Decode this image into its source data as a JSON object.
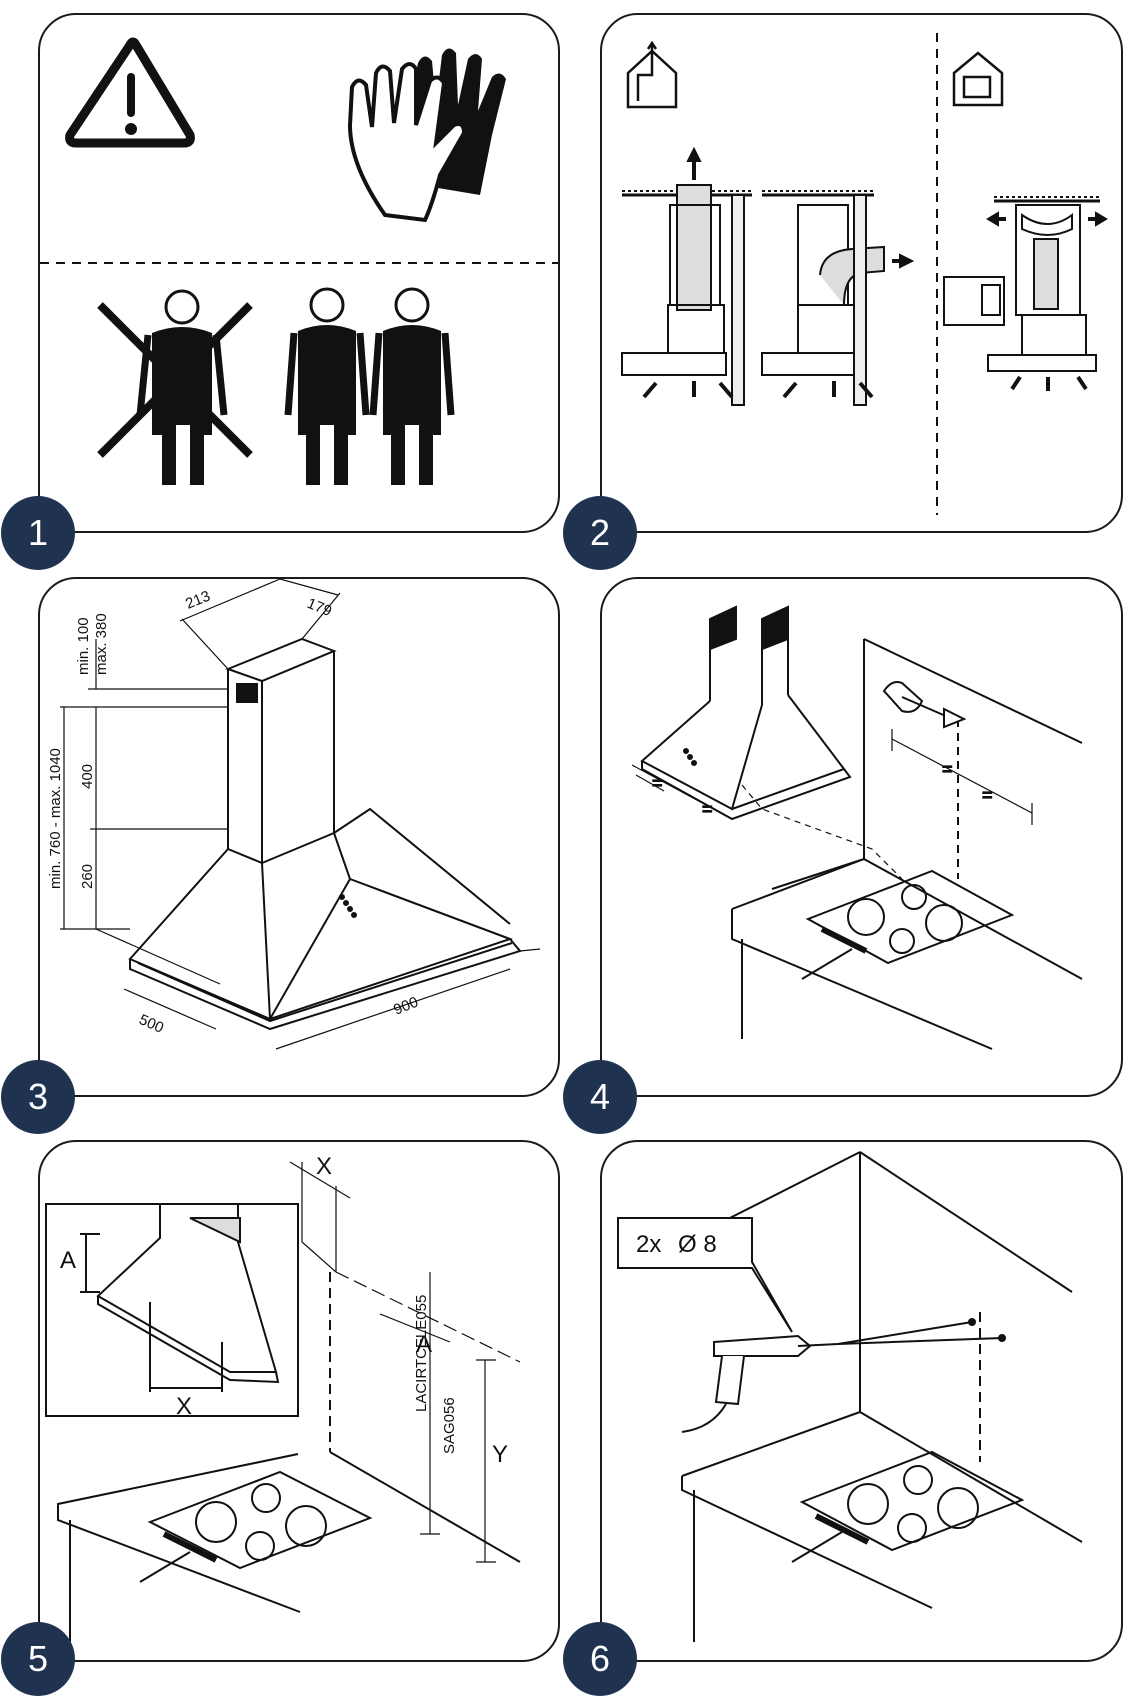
{
  "steps": [
    {
      "number": "1"
    },
    {
      "number": "2"
    },
    {
      "number": "3"
    },
    {
      "number": "4"
    },
    {
      "number": "5"
    },
    {
      "number": "6"
    }
  ],
  "step3": {
    "dim_213": "213",
    "dim_179": "179",
    "dim_min100": "min. 100",
    "dim_max380": "max. 380",
    "dim_range": "min. 760 - max. 1040",
    "dim_400": "400",
    "dim_260": "260",
    "dim_500": "500",
    "dim_900": "900"
  },
  "step5": {
    "label_x_top": "X",
    "label_a_inset": "A",
    "label_x_inset": "X",
    "label_a": "A",
    "label_y": "Y",
    "text_vertical_1": "LACIRTCELE055",
    "text_vertical_2": "SAG056"
  },
  "step6": {
    "drill_spec_count": "2x",
    "drill_spec_diameter": "Ø 8"
  },
  "colors": {
    "badge_bg": "#1f3350",
    "line": "#1a1a1a"
  }
}
